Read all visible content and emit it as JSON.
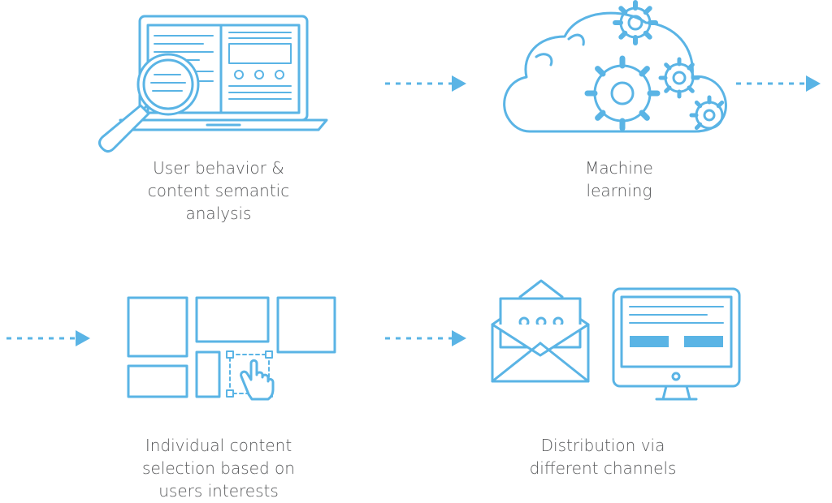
{
  "colors": {
    "stroke": "#5ab4e5",
    "text": "#58595b",
    "background": "#ffffff"
  },
  "steps": [
    {
      "id": "analysis",
      "icon": "laptop-magnifier-icon",
      "lines": [
        "User behavior &",
        "content semantic",
        "analysis"
      ]
    },
    {
      "id": "ml",
      "icon": "cloud-gears-icon",
      "lines": [
        "Machine",
        "learning"
      ]
    },
    {
      "id": "selection",
      "icon": "content-grid-hand-icon",
      "lines": [
        "Individual content",
        "selection based on",
        "users interests"
      ]
    },
    {
      "id": "distribution",
      "icon": "envelope-monitor-icon",
      "lines": [
        "Distribution via",
        "different channels"
      ]
    }
  ],
  "arrows": [
    "analysis-to-ml",
    "ml-to-next",
    "into-selection",
    "selection-to-distribution"
  ]
}
